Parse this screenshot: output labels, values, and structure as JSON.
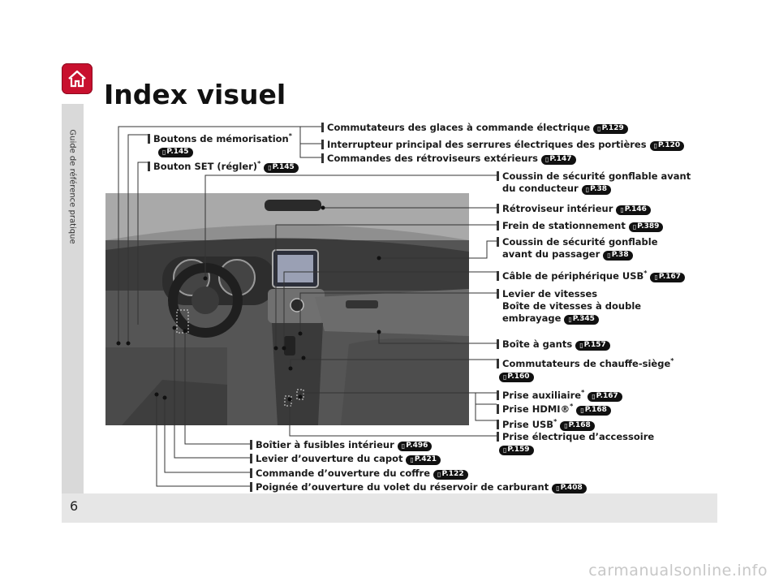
{
  "sidebar": {
    "label": "Guide de référence pratique"
  },
  "page": {
    "title": "Index visuel",
    "number": "6"
  },
  "watermark": "carmanualsonline.info",
  "icons": {
    "home": "home-icon",
    "page_ref": "page-ref-icon"
  },
  "callouts": [
    {
      "id": "memory-buttons",
      "lines": [
        "Boutons de mémorisation"
      ],
      "star": true,
      "ref": "P.145",
      "ref_newline": true
    },
    {
      "id": "set-button",
      "lines": [
        "Bouton SET (régler)"
      ],
      "star": true,
      "ref": "P.145"
    },
    {
      "id": "window-switches",
      "lines": [
        "Commutateurs des glaces à commande électrique"
      ],
      "ref": "P.129"
    },
    {
      "id": "door-lock-switch",
      "lines": [
        "Interrupteur principal des serrures électriques des portières"
      ],
      "ref": "P.120"
    },
    {
      "id": "mirror-controls",
      "lines": [
        "Commandes des rétroviseurs extérieurs"
      ],
      "ref": "P.147"
    },
    {
      "id": "driver-airbag",
      "lines": [
        "Coussin de sécurité gonflable avant",
        "du conducteur"
      ],
      "ref": "P.38"
    },
    {
      "id": "rearview-mirror",
      "lines": [
        "Rétroviseur intérieur"
      ],
      "ref": "P.146"
    },
    {
      "id": "parking-brake",
      "lines": [
        "Frein de stationnement"
      ],
      "ref": "P.389"
    },
    {
      "id": "passenger-airbag",
      "lines": [
        "Coussin de sécurité gonflable",
        "avant du passager"
      ],
      "ref": "P.38"
    },
    {
      "id": "usb-cable",
      "lines": [
        "Câble de périphérique USB"
      ],
      "star": true,
      "ref": "P.167"
    },
    {
      "id": "gear-lever",
      "lines": [
        "Levier de vitesses",
        "Boîte de vitesses à double",
        "embrayage"
      ],
      "ref": "P.345"
    },
    {
      "id": "glove-box",
      "lines": [
        "Boîte à gants"
      ],
      "ref": "P.157"
    },
    {
      "id": "seat-heater",
      "lines": [
        "Commutateurs de chauffe-siège"
      ],
      "star": true,
      "ref": "P.160",
      "ref_newline": true
    },
    {
      "id": "aux-jack",
      "lines": [
        "Prise auxiliaire"
      ],
      "star": true,
      "ref": "P.167"
    },
    {
      "id": "hdmi-jack",
      "lines": [
        "Prise HDMI®"
      ],
      "star": true,
      "ref": "P.168"
    },
    {
      "id": "usb-port",
      "lines": [
        "Prise USB"
      ],
      "star": true,
      "ref": "P.168"
    },
    {
      "id": "accessory-socket",
      "lines": [
        "Prise électrique d’accessoire"
      ],
      "ref": "P.159",
      "ref_newline": true
    },
    {
      "id": "fuse-box",
      "lines": [
        "Boîtier à fusibles intérieur"
      ],
      "ref": "P.496"
    },
    {
      "id": "hood-release",
      "lines": [
        "Levier d’ouverture du capot"
      ],
      "ref": "P.421"
    },
    {
      "id": "trunk-release",
      "lines": [
        "Commande d’ouverture du coffre"
      ],
      "ref": "P.122"
    },
    {
      "id": "fuel-door-release",
      "lines": [
        "Poignée d’ouverture du volet du réservoir de carburant"
      ],
      "ref": "P.408"
    }
  ],
  "colors": {
    "home_button": "#c8102e",
    "sidebar": "#d9d9d9",
    "footer": "#e6e6e6",
    "ref_badge": "#111111"
  }
}
